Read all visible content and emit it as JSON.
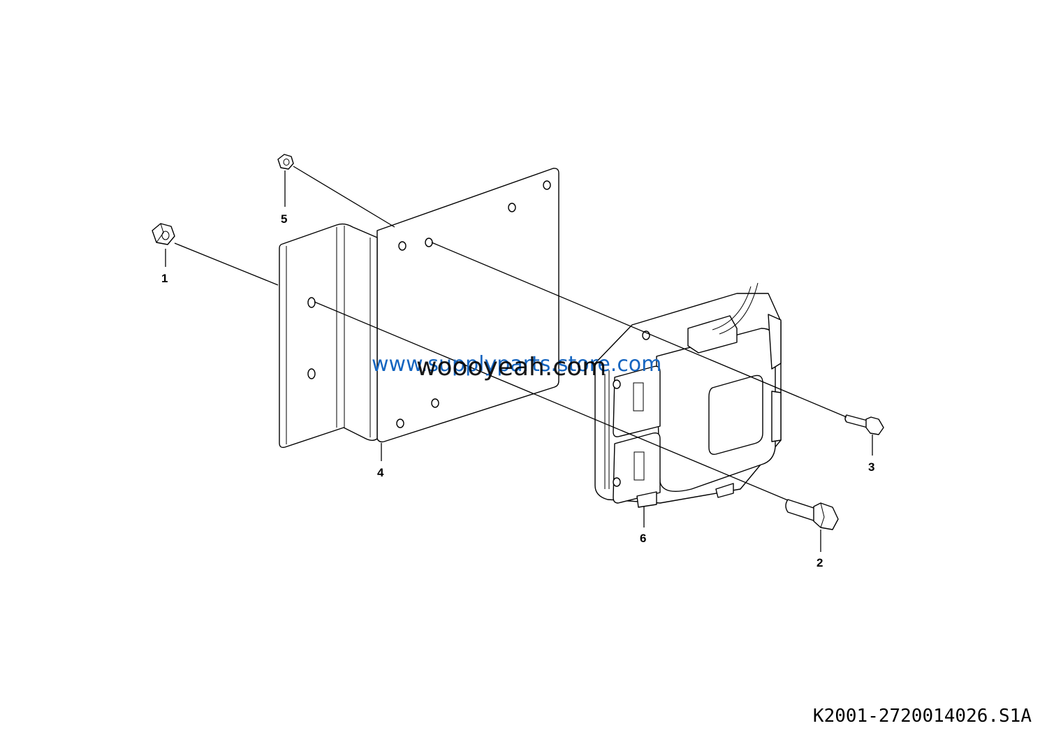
{
  "callouts": [
    {
      "id": "1",
      "label": "1"
    },
    {
      "id": "2",
      "label": "2"
    },
    {
      "id": "3",
      "label": "3"
    },
    {
      "id": "4",
      "label": "4"
    },
    {
      "id": "5",
      "label": "5"
    },
    {
      "id": "6",
      "label": "6"
    }
  ],
  "watermarks": {
    "primary": "www.supplyparts.store.com",
    "secondary": "woooyeah.com"
  },
  "drawing_code": "K2001-2720014026.S1A"
}
